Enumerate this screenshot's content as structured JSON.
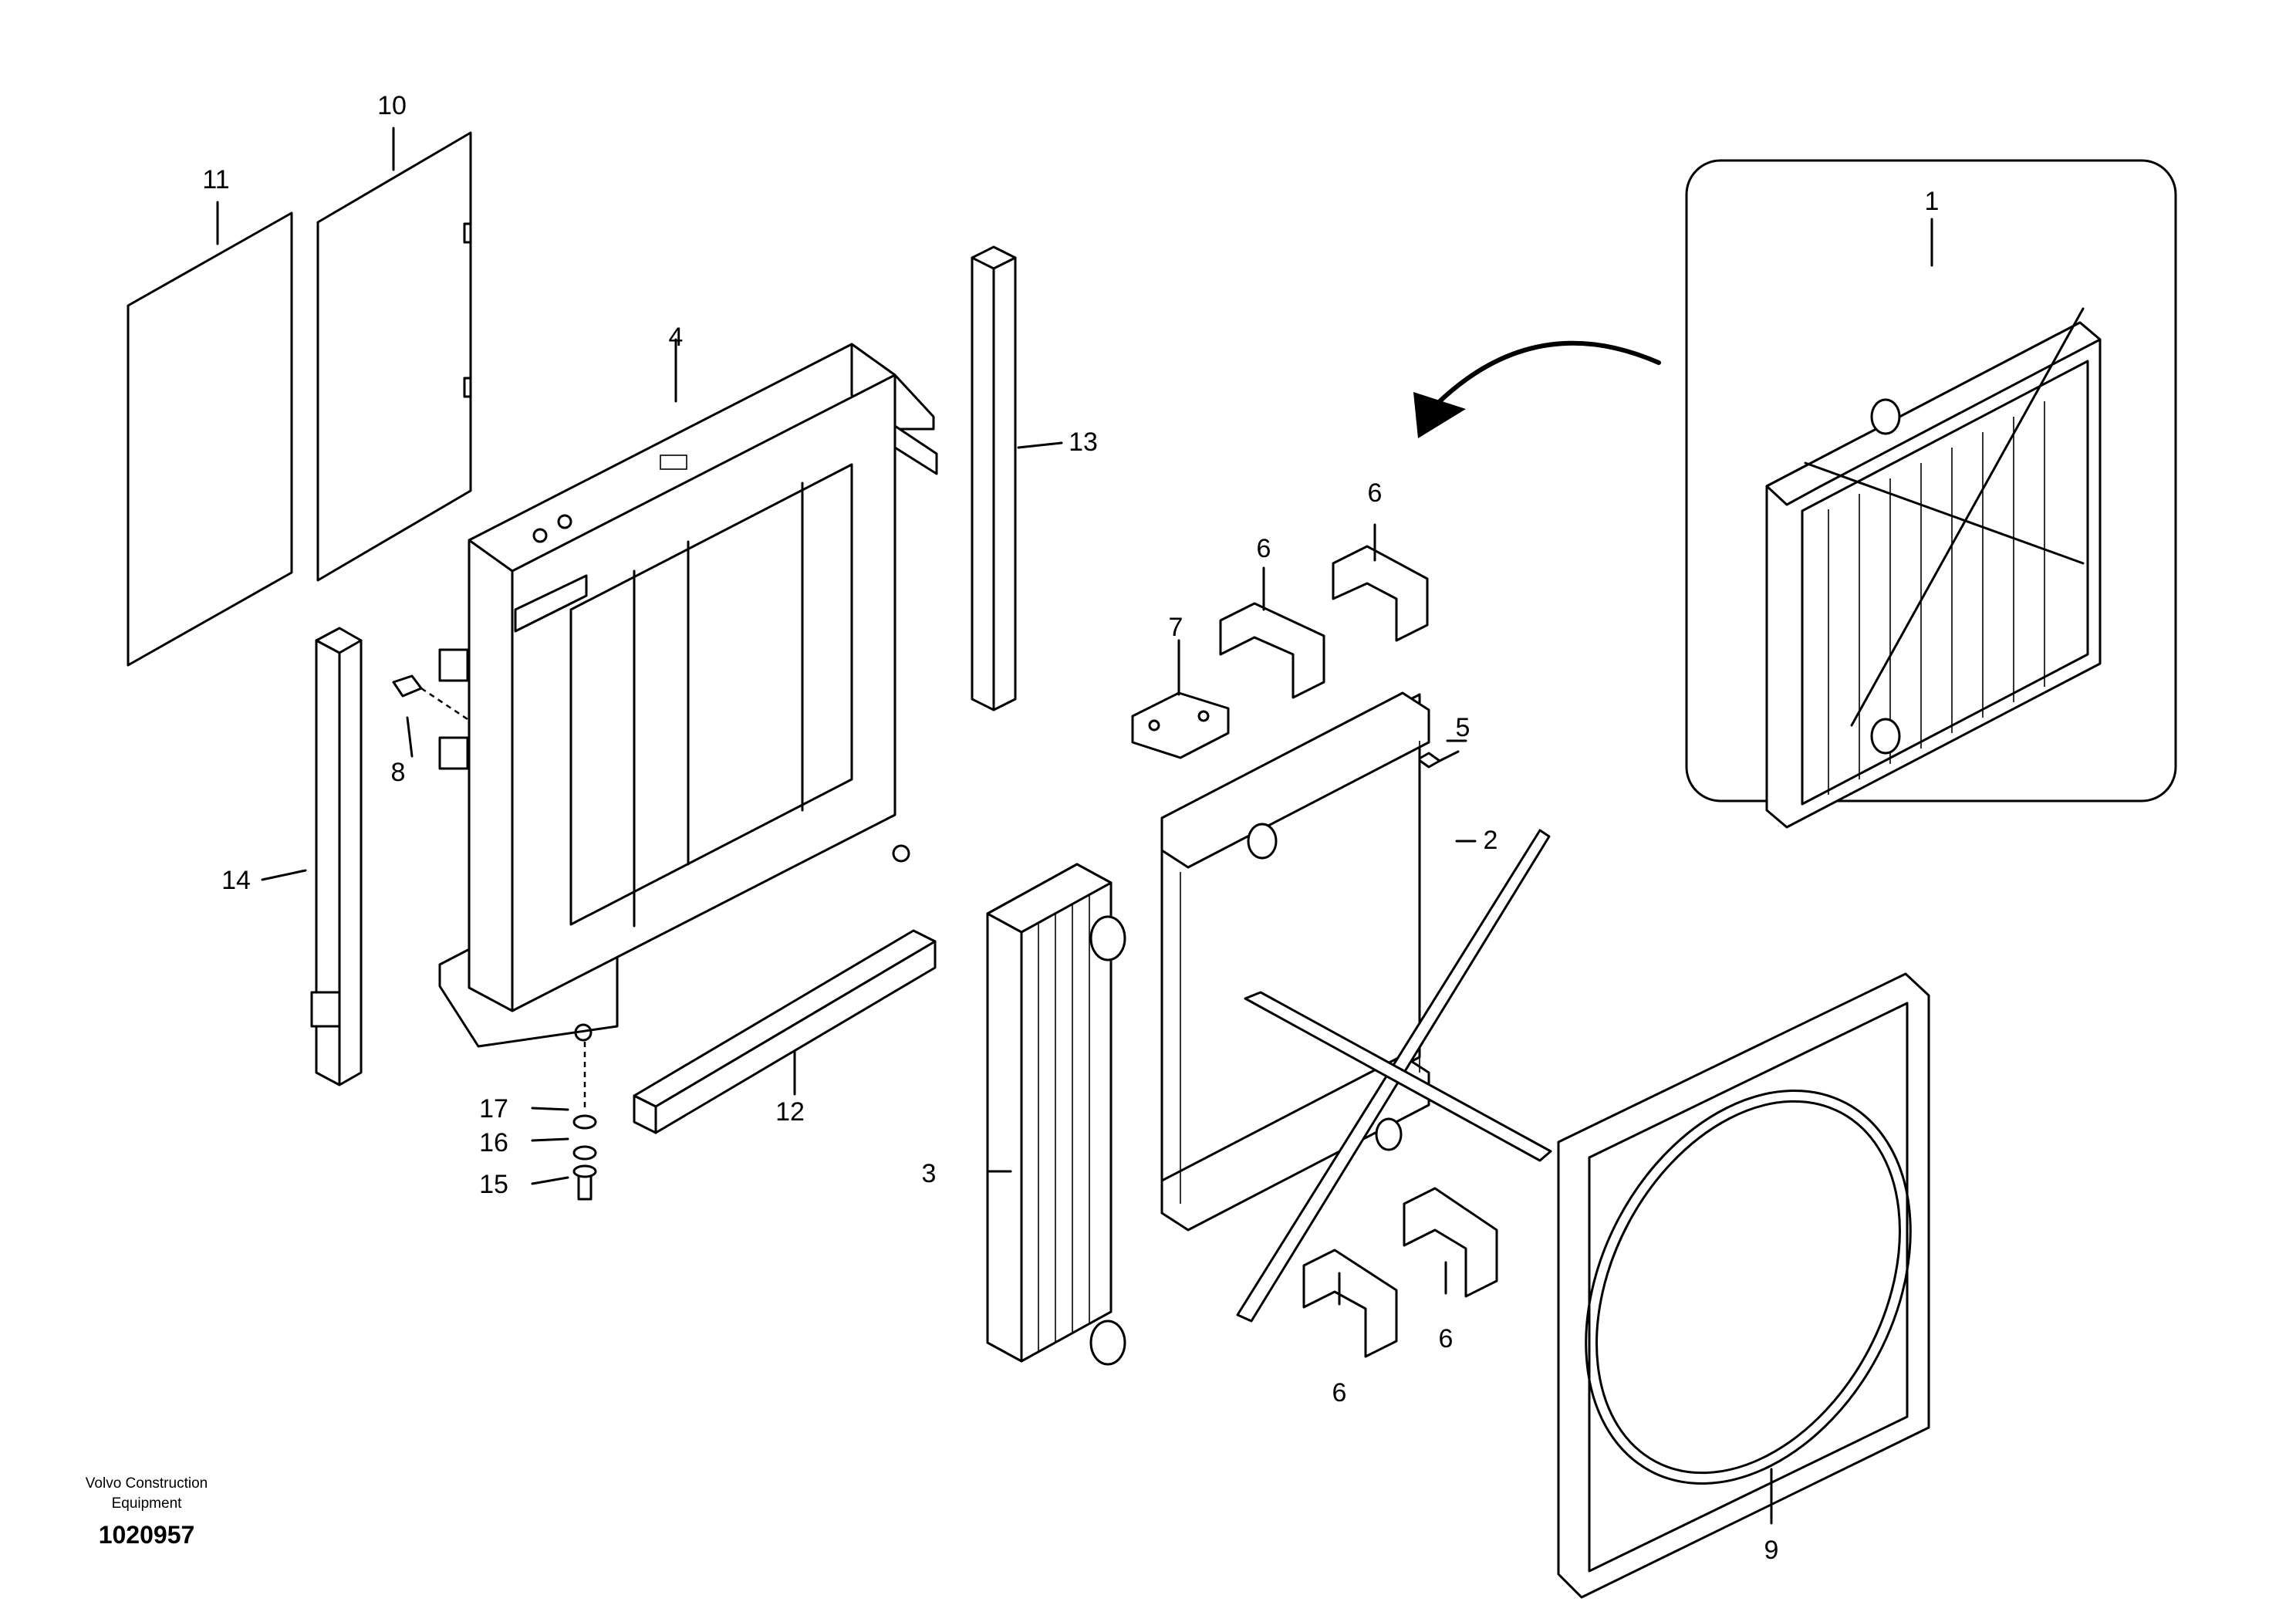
{
  "callouts": [
    {
      "id": "c1",
      "label": "1"
    },
    {
      "id": "c2",
      "label": "2"
    },
    {
      "id": "c3",
      "label": "3"
    },
    {
      "id": "c4",
      "label": "4"
    },
    {
      "id": "c5",
      "label": "5"
    },
    {
      "id": "c6a",
      "label": "6"
    },
    {
      "id": "c6b",
      "label": "6"
    },
    {
      "id": "c6c",
      "label": "6"
    },
    {
      "id": "c6d",
      "label": "6"
    },
    {
      "id": "c7",
      "label": "7"
    },
    {
      "id": "c8",
      "label": "8"
    },
    {
      "id": "c9",
      "label": "9"
    },
    {
      "id": "c10",
      "label": "10"
    },
    {
      "id": "c11",
      "label": "11"
    },
    {
      "id": "c12",
      "label": "12"
    },
    {
      "id": "c13",
      "label": "13"
    },
    {
      "id": "c14",
      "label": "14"
    },
    {
      "id": "c15",
      "label": "15"
    },
    {
      "id": "c16",
      "label": "16"
    },
    {
      "id": "c17",
      "label": "17"
    }
  ],
  "footer": {
    "brand_line1": "Volvo Construction",
    "brand_line2": "Equipment",
    "doc_number": "1020957"
  }
}
